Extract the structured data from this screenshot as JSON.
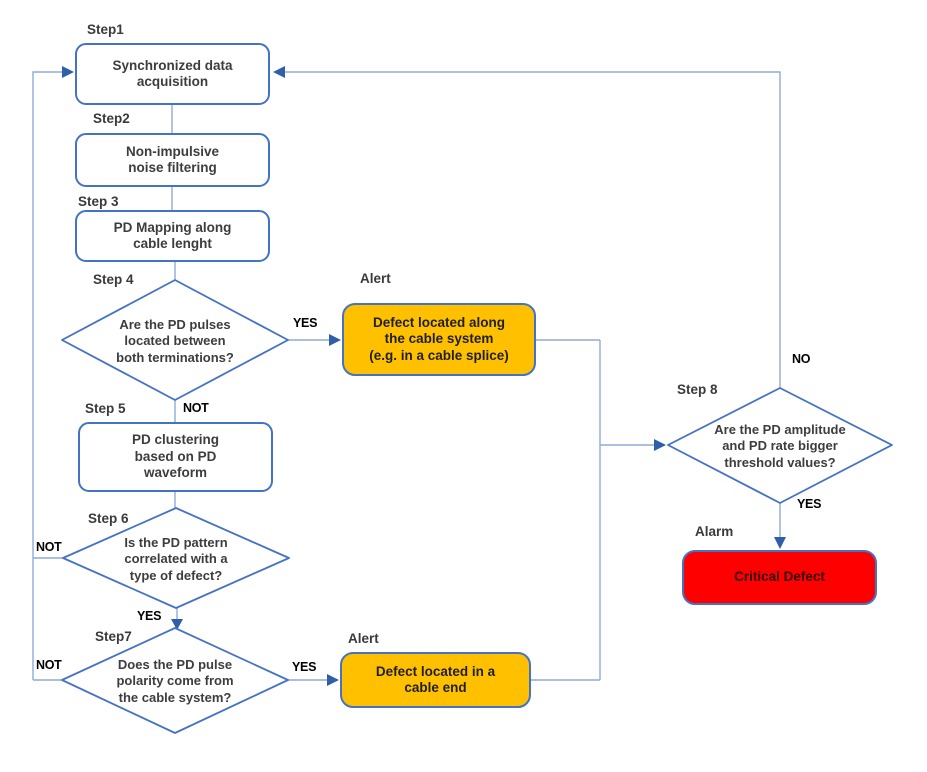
{
  "diagram": {
    "type": "flowchart",
    "colors": {
      "node_border": "#4472C4",
      "connector": "#8FAADC",
      "arrowhead": "#2E5FA8",
      "alert_fill": "#FFC000",
      "alarm_fill": "#FF0000",
      "node_text": "#3d3d3d",
      "edge_label_text": "#000000"
    },
    "nodes": {
      "step1": {
        "label": "Step1",
        "text": "Synchronized data\nacquisition"
      },
      "step2": {
        "label": "Step2",
        "text": "Non-impulsive\nnoise filtering"
      },
      "step3": {
        "label": "Step 3",
        "text": "PD Mapping along\ncable lenght"
      },
      "step4": {
        "label": "Step 4",
        "text": "Are the PD pulses\nlocated between\nboth terminations?"
      },
      "alert1": {
        "label": "Alert",
        "text": "Defect located along\nthe cable system\n(e.g. in a cable splice)"
      },
      "step5": {
        "label": "Step 5",
        "text": "PD clustering\nbased on PD\nwaveform"
      },
      "step6": {
        "label": "Step 6",
        "text": "Is the PD pattern\ncorrelated with a\ntype of defect?"
      },
      "step7": {
        "label": "Step7",
        "text": "Does the PD pulse\npolarity come from\nthe cable system?"
      },
      "alert2": {
        "label": "Alert",
        "text": "Defect located in a\ncable end"
      },
      "step8": {
        "label": "Step 8",
        "text": "Are the PD amplitude\nand PD rate bigger\nthreshold values?"
      },
      "alarm": {
        "label": "Alarm",
        "text": "Critical Defect"
      }
    },
    "edge_labels": {
      "step4_yes": "YES",
      "step4_not": "NOT",
      "step6_not": "NOT",
      "step6_yes": "YES",
      "step7_not": "NOT",
      "step7_yes": "YES",
      "step8_yes": "YES",
      "step8_no": "NO"
    }
  }
}
